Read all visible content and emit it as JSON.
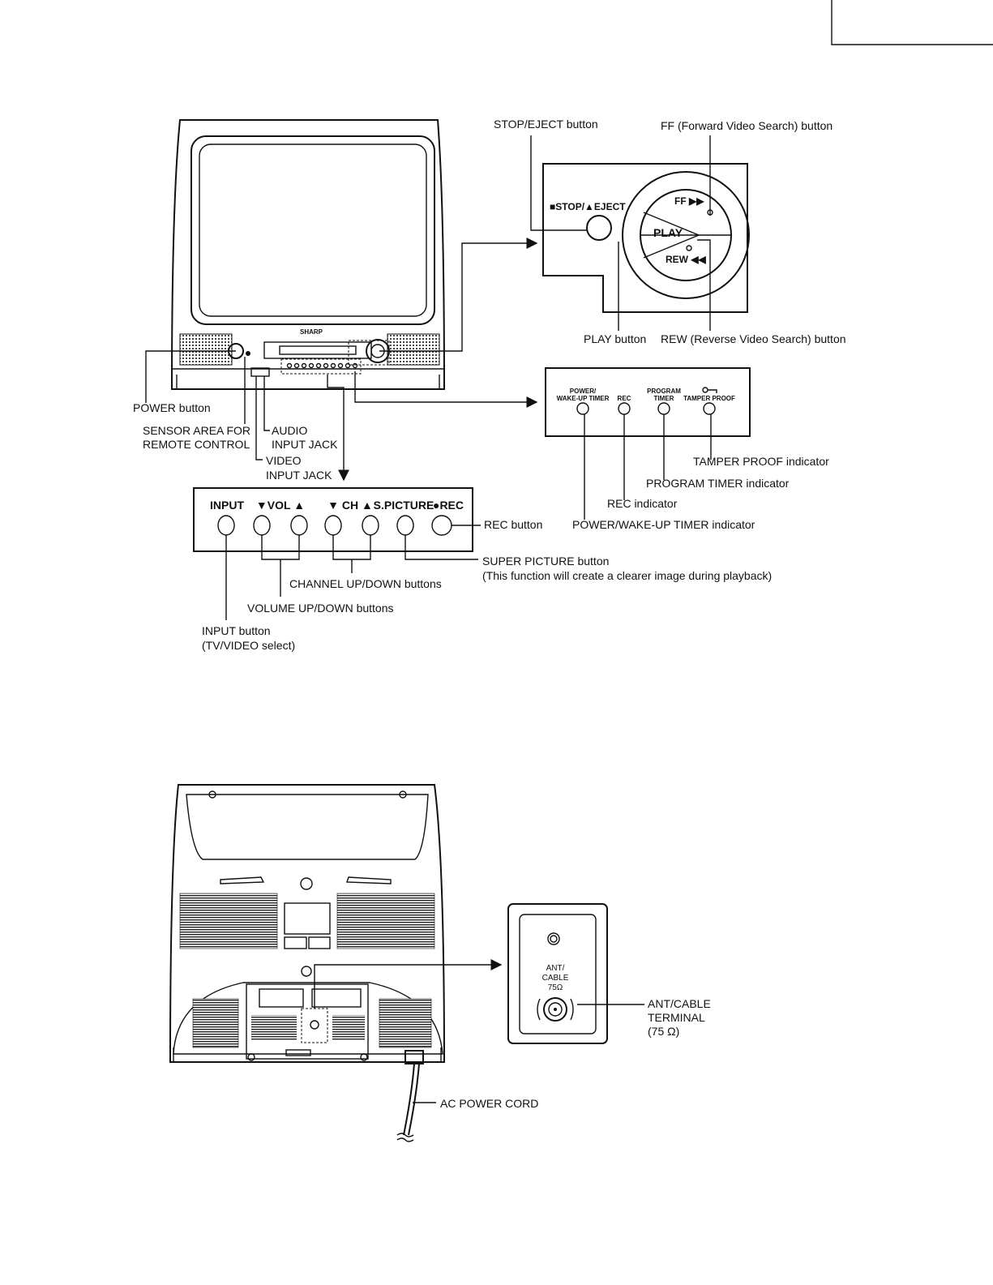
{
  "front": {
    "brand": "SHARP",
    "callouts": {
      "stop_eject": "STOP/EJECT button",
      "ff": "FF (Forward Video Search) button",
      "play": "PLAY button",
      "rew": "REW (Reverse Video Search) button",
      "power": "POWER button",
      "sensor_1": "SENSOR AREA FOR",
      "sensor_2": "REMOTE CONTROL",
      "audio_1": "AUDIO",
      "audio_2": "INPUT JACK",
      "video_1": "VIDEO",
      "video_2": "INPUT JACK",
      "tamper": "TAMPER PROOF indicator",
      "program_timer": "PROGRAM TIMER indicator",
      "rec_ind": "REC indicator",
      "power_timer": "POWER/WAKE-UP TIMER indicator",
      "rec_btn": "REC button",
      "super_picture_1": "SUPER PICTURE button",
      "super_picture_2": "(This function will create a clearer image during playback)",
      "channel": "CHANNEL UP/DOWN buttons",
      "volume": "VOLUME UP/DOWN buttons",
      "input_1": "INPUT button",
      "input_2": "(TV/VIDEO select)"
    },
    "deck_panel": {
      "stop_eject": "■STOP/▲EJECT",
      "ff": "FF ▶▶",
      "play": "PLAY",
      "rew": "REW ◀◀"
    },
    "indicator_panel": {
      "power_1": "POWER/",
      "power_2": "WAKE-UP TIMER",
      "rec": "REC",
      "program_1": "PROGRAM",
      "program_2": "TIMER",
      "tamper": "TAMPER PROOF"
    },
    "button_panel": {
      "input": "INPUT",
      "vol": "▼VOL ▲",
      "ch": "▼  CH  ▲",
      "spicture": "S.PICTURE",
      "rec": "●REC"
    }
  },
  "rear": {
    "ant_panel": {
      "l1": "ANT/",
      "l2": "CABLE",
      "l3": "75Ω"
    },
    "callouts": {
      "ant_1": "ANT/CABLE",
      "ant_2": "TERMINAL",
      "ant_3": "(75 Ω)",
      "ac_cord": "AC POWER CORD"
    }
  }
}
